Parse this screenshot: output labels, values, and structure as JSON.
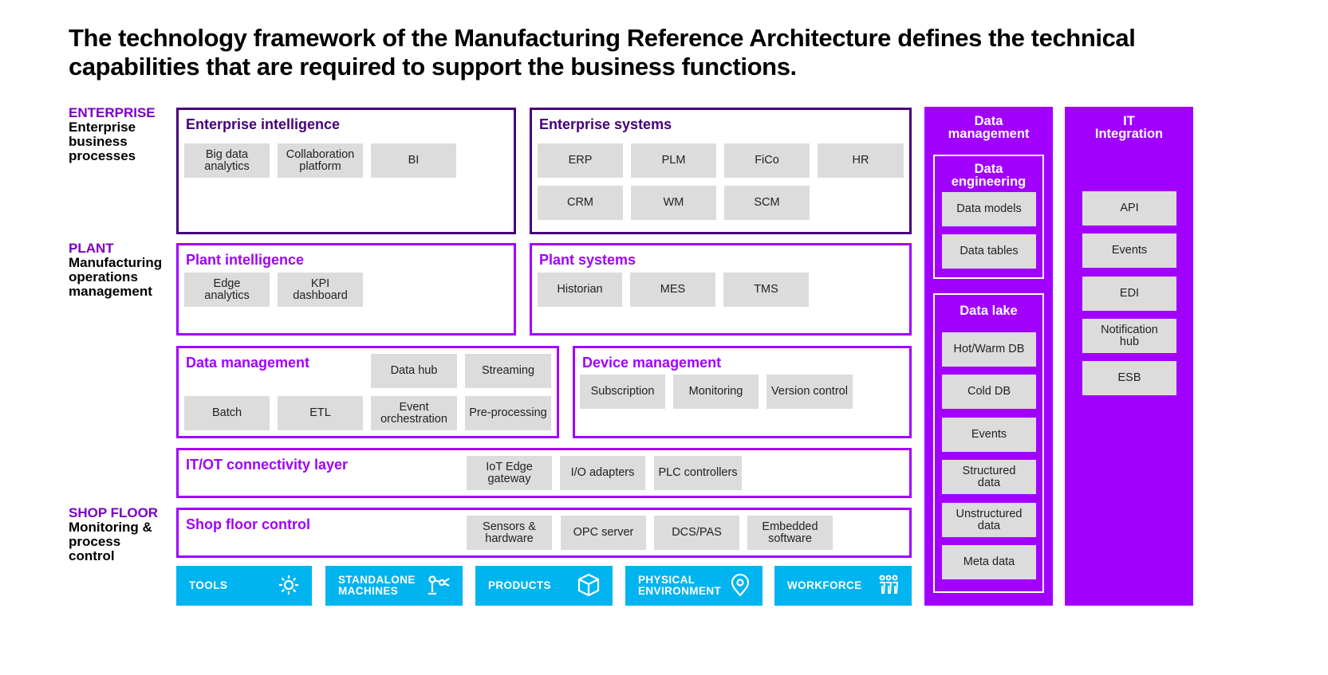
{
  "title": {
    "line1": "The technology framework of the Manufacturing Reference Architecture defines the technical",
    "line2": "capabilities that are required to support the business functions."
  },
  "levels": {
    "enterprise": {
      "key": "ENTERPRISE",
      "desc1": "Enterprise",
      "desc2": "business",
      "desc3": "processes"
    },
    "plant": {
      "key": "PLANT",
      "desc1": "Manufacturing",
      "desc2": "operations",
      "desc3": "management"
    },
    "shop_floor": {
      "key": "SHOP FLOOR",
      "desc1": "Monitoring &",
      "desc2": "process",
      "desc3": "control"
    }
  },
  "panels": {
    "enterprise_intelligence": {
      "title": "Enterprise intelligence",
      "items": [
        [
          "Big data",
          "analytics"
        ],
        [
          "Collaboration",
          "platform"
        ],
        [
          "BI"
        ]
      ]
    },
    "enterprise_systems": {
      "title": "Enterprise systems",
      "items": [
        "ERP",
        "PLM",
        "FiCo",
        "HR",
        "CRM",
        "WM",
        "SCM"
      ]
    },
    "plant_intelligence": {
      "title": "Plant intelligence",
      "items": [
        [
          "Edge",
          "analytics"
        ],
        [
          "KPI",
          "dashboard"
        ]
      ]
    },
    "plant_systems": {
      "title": "Plant systems",
      "items": [
        "Historian",
        "MES",
        "TMS"
      ]
    },
    "data_management": {
      "title": "Data  management",
      "items": [
        "Data hub",
        "Streaming",
        "Batch",
        "ETL",
        [
          "Event",
          "orchestration"
        ],
        "Pre-processing"
      ]
    },
    "device_management": {
      "title": "Device management",
      "items": [
        "Subscription",
        "Monitoring",
        "Version control"
      ]
    },
    "itot": {
      "title": "IT/OT connectivity layer",
      "items": [
        [
          "IoT Edge",
          "gateway"
        ],
        "I/O adapters",
        "PLC controllers"
      ]
    },
    "shop_floor_control": {
      "title": "Shop floor control",
      "items": [
        [
          "Sensors &",
          "hardware"
        ],
        "OPC server",
        "DCS/PAS",
        [
          "Embedded",
          "software"
        ]
      ]
    }
  },
  "bottom_bar": [
    {
      "label1": "TOOLS",
      "label2": "",
      "icon": "gear-wrench-icon"
    },
    {
      "label1": "STANDALONE",
      "label2": "MACHINES",
      "icon": "robot-arm-icon"
    },
    {
      "label1": "PRODUCTS",
      "label2": "",
      "icon": "cube-icon"
    },
    {
      "label1": "PHYSICAL",
      "label2": "ENVIRONMENT",
      "icon": "location-pin-icon"
    },
    {
      "label1": "WORKFORCE",
      "label2": "",
      "icon": "people-group-icon"
    }
  ],
  "data_management_col": {
    "title1": "Data",
    "title2": "management",
    "engineering": {
      "title1": "Data",
      "title2": "engineering",
      "items": [
        "Data models",
        "Data tables"
      ]
    },
    "lake": {
      "title": "Data lake",
      "items": [
        "Hot/Warm DB",
        "Cold DB",
        "Events",
        [
          "Structured",
          "data"
        ],
        [
          "Unstructured",
          "data"
        ],
        "Meta data"
      ]
    }
  },
  "it_integration_col": {
    "title1": "IT",
    "title2": "Integration",
    "items": [
      "API",
      "Events",
      "EDI",
      [
        "Notification",
        "hub"
      ],
      "ESB"
    ]
  },
  "colors": {
    "purple": "#a100ff",
    "dark_purple": "#46007a",
    "cyan": "#00b4f0",
    "chip": "#dcdcdc"
  }
}
